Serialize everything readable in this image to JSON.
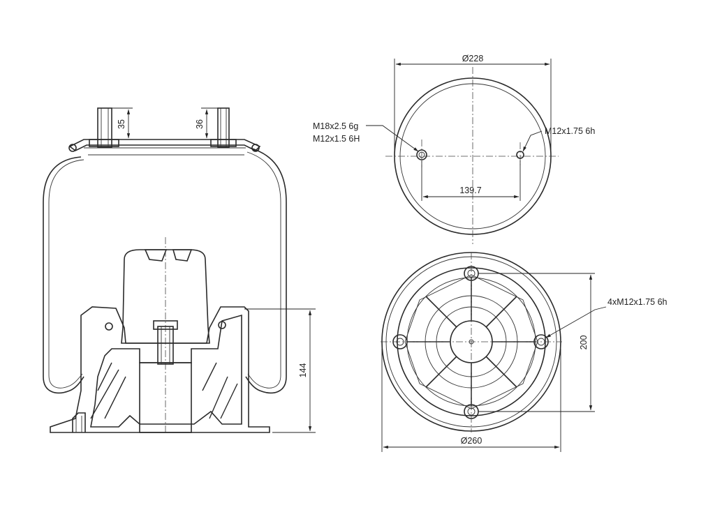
{
  "colors": {
    "line": "#2a2a2a",
    "hatch": "#2a2a2a",
    "background": "#ffffff"
  },
  "side_view": {
    "dim_left_stud": "35",
    "dim_right_stud": "36",
    "dim_height": "144"
  },
  "top_view": {
    "dim_diameter": "Ø228",
    "thread_left_line1": "M18x2.5 6g",
    "thread_left_line2": "M12x1.5 6H",
    "thread_right": "M12x1.75 6h",
    "dim_spacing": "139.7"
  },
  "bottom_view": {
    "thread_holes": "4xM12x1.75 6h",
    "dim_square": "200",
    "dim_diameter": "Ø260"
  }
}
